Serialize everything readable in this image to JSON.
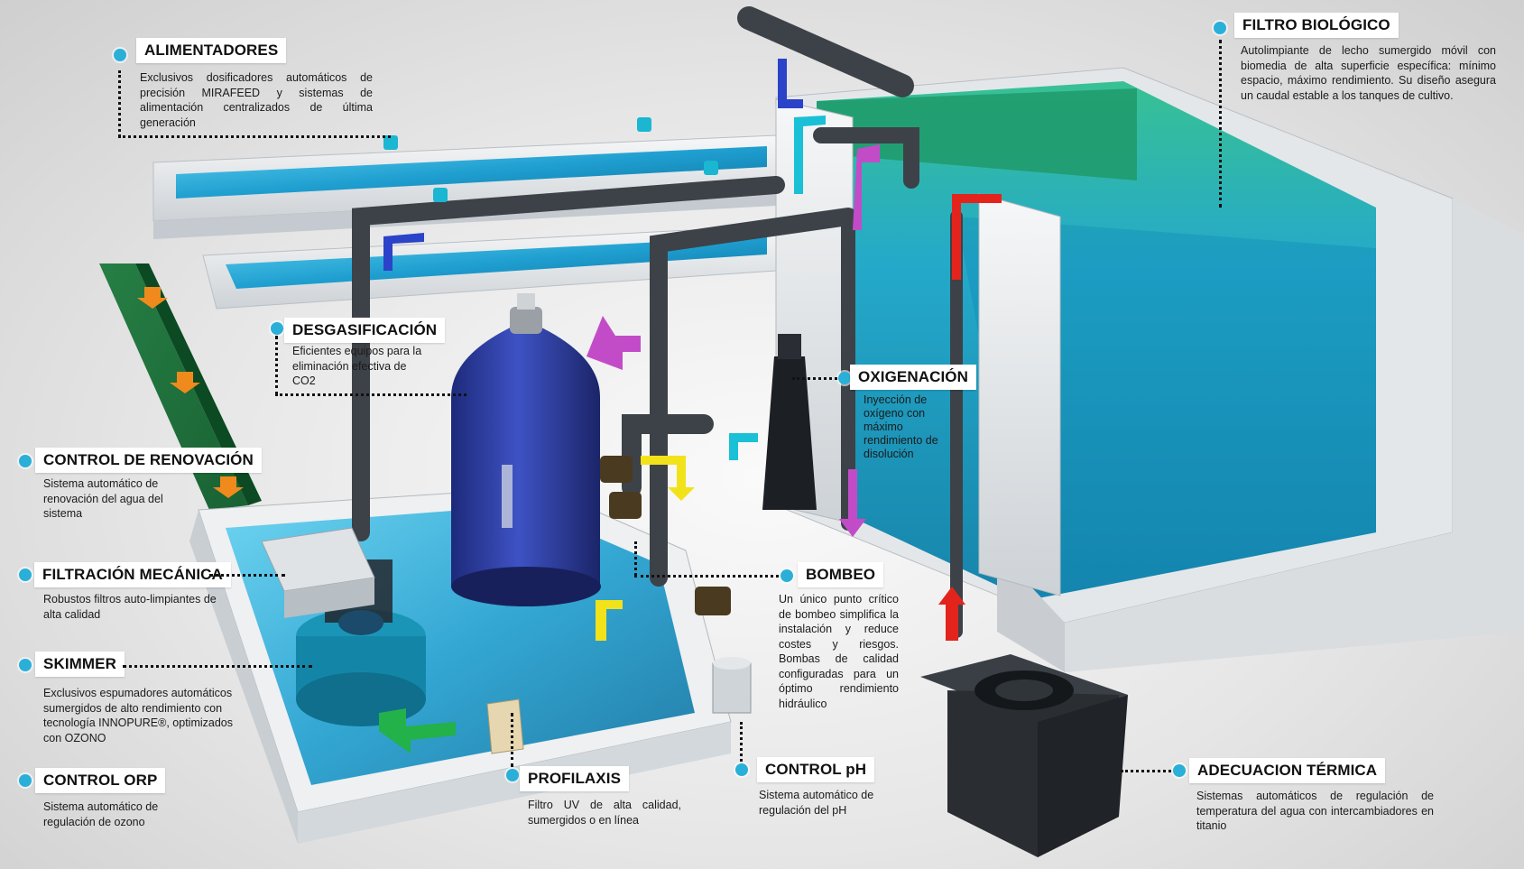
{
  "callouts": {
    "alimentadores": {
      "title": "ALIMENTADORES",
      "text": "Exclusivos dosificadores automáticos de precisión MIRAFEED y sistemas de alimentación centralizados de última generación"
    },
    "filtro_biologico": {
      "title": "FILTRO BIOLÓGICO",
      "text": "Autolimpiante de lecho sumergido móvil con biomedia de alta superficie específica: mínimo espacio, máximo rendimiento. Su diseño asegura un caudal estable a los tanques de cultivo."
    },
    "desgasificacion": {
      "title": "DESGASIFICACIÓN",
      "text": "Eficientes equipos para la eliminación efectiva de CO2"
    },
    "oxigenacion": {
      "title": "OXIGENACIÓN",
      "text": "Inyección de oxígeno con máximo rendimiento de disolución"
    },
    "control_renovacion": {
      "title": "CONTROL DE RENOVACIÓN",
      "text": "Sistema automático de renovación del agua del sistema"
    },
    "filtracion_mecanica": {
      "title": "FILTRACIÓN MECÁNICA",
      "text": "Robustos filtros auto-limpiantes de alta calidad"
    },
    "bombeo": {
      "title": "BOMBEO",
      "text": "Un único punto crítico de bombeo simplifica la instalación y reduce costes y riesgos. Bombas de calidad configuradas para un óptimo rendimiento hidráulico"
    },
    "skimmer": {
      "title": "SKIMMER",
      "text": "Exclusivos espumadores automáticos sumergidos de alto rendimiento con tecnología INNOPURE®, optimizados con OZONO"
    },
    "control_orp": {
      "title": "CONTROL ORP",
      "text": "Sistema automático de regulación de ozono"
    },
    "profilaxis": {
      "title": "PROFILAXIS",
      "text": "Filtro UV de alta calidad, sumergidos o en línea"
    },
    "control_ph": {
      "title": "CONTROL pH",
      "text": "Sistema automático de regulación del pH"
    },
    "adecuacion_termica": {
      "title": "ADECUACION TÉRMICA",
      "text": "Sistemas automáticos de regulación de temperatura del agua con intercambiadores en titanio"
    }
  },
  "colors": {
    "accent_dot": "#2ab0d8",
    "water": "#1f9fd0",
    "biofilter_water": "#1aa08a",
    "tank_wall": "#e9ecef",
    "pipe": "#3b3f44",
    "cylinder": "#2f3ea3",
    "label_bg": "#ffffff"
  },
  "icons": [
    "dot-marker",
    "arrow-orange",
    "arrow-purple",
    "arrow-yellow",
    "arrow-red",
    "arrow-green",
    "arrow-cyan",
    "arrow-blue"
  ]
}
